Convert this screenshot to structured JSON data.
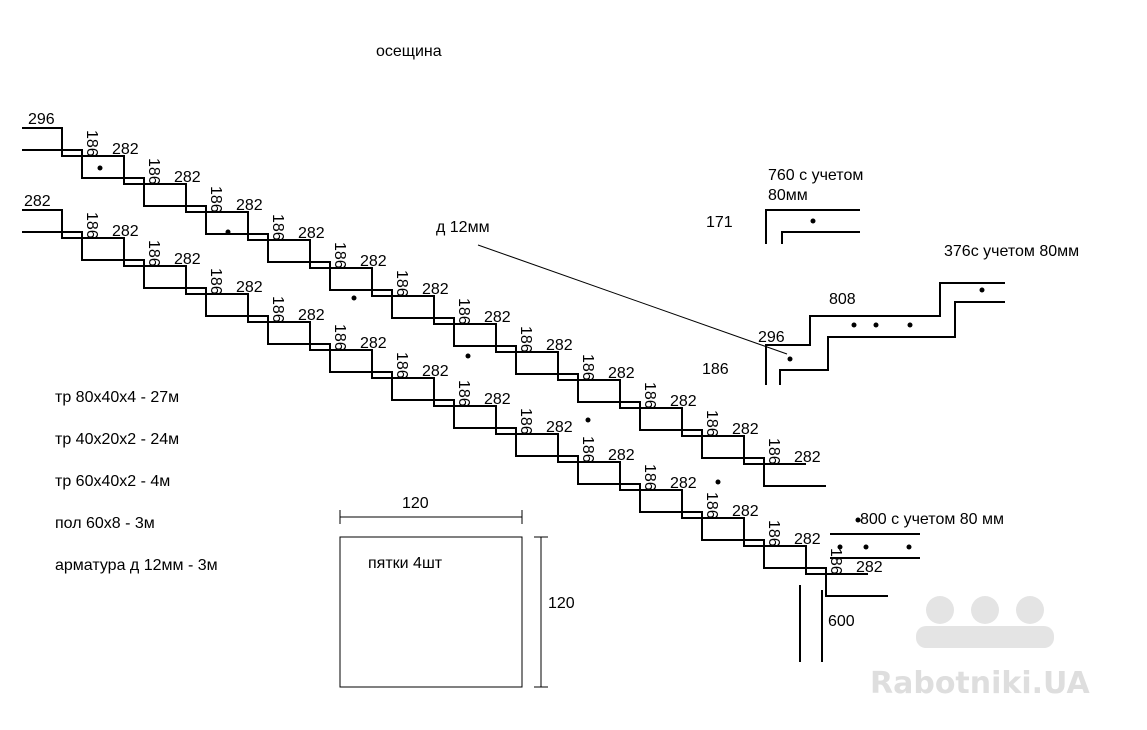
{
  "title": "осещина",
  "rod_label": "д 12мм",
  "dims": {
    "d296": "296",
    "d282": "282",
    "d186": "186",
    "d760": "760 с учетом",
    "d80mm": "80мм",
    "d171": "171",
    "d376": "376с учетом 80мм",
    "d808": "808",
    "d800": "800 с учетом 80 мм",
    "d600": "600",
    "d120": "120"
  },
  "materials": [
    "тр 80х40х4 - 27м",
    "тр 40х20х2 - 24м",
    "тр 60х40х2 - 4м",
    "пол 60х8 - 3м",
    "арматура д 12мм - 3м"
  ],
  "plate": {
    "label": "пятки 4шт",
    "width": "120",
    "height": "120"
  },
  "watermark": "Rabotniki.UA"
}
